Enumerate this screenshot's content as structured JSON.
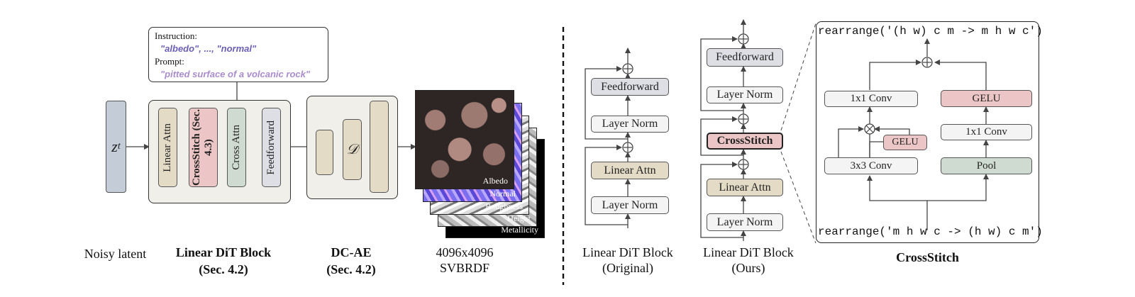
{
  "left": {
    "instruction": {
      "label": "Instruction:",
      "value": "\"albedo\", ..., \"normal\"",
      "prompt_label": "Prompt:",
      "prompt_value": "\"pitted surface of a volcanic rock\""
    },
    "latent_symbol": "z",
    "latent_subscript": "t",
    "dit_blocks": [
      "Linear Attn",
      "CrossStitch (Sec. 4.3)",
      "Cross Attn",
      "Feedforward"
    ],
    "decoder_symbol": "𝒟",
    "texture_labels": [
      "Albedo",
      "Normal",
      "Roughness",
      "Height",
      "Metallicity"
    ],
    "captions": {
      "noisy_latent": "Noisy latent",
      "dit_title": "Linear DiT Block",
      "dit_sec": "(Sec. 4.2)",
      "dcae_title": "DC-AE",
      "dcae_sec": "(Sec. 4.2)",
      "svbrdf_size": "4096x4096",
      "svbrdf": "SVBRDF"
    }
  },
  "orig_block": {
    "boxes": [
      "Feedforward",
      "Layer Norm",
      "Linear Attn",
      "Layer Norm"
    ],
    "caption_line1": "Linear DiT Block",
    "caption_line2": "(Original)"
  },
  "ours_block": {
    "boxes": [
      "Feedforward",
      "Layer Norm",
      "CrossStitch",
      "Linear Attn",
      "Layer Norm"
    ],
    "caption_line1": "Linear DiT Block",
    "caption_line2": "(Ours)"
  },
  "crossstitch": {
    "rearrange_top": "rearrange('(h w) c m -> m h w c')",
    "rearrange_bottom": "rearrange('m h w c -> (h w) c m')",
    "conv1x1_left": "1x1 Conv",
    "gelu_right": "GELU",
    "gelu_left": "GELU",
    "conv1x1_right": "1x1 Conv",
    "conv3x3": "3x3 Conv",
    "pool": "Pool",
    "title": "CrossStitch"
  },
  "colors": {
    "instruction_text": "#6a5fb5",
    "prompt_text": "#a98ccc",
    "latent": "#c3ccd7",
    "attn": "#e4dbc6",
    "crossstitch": "#ecc6c6",
    "cross_attn": "#cfdbd1",
    "feedforward": "#dedfe4"
  }
}
